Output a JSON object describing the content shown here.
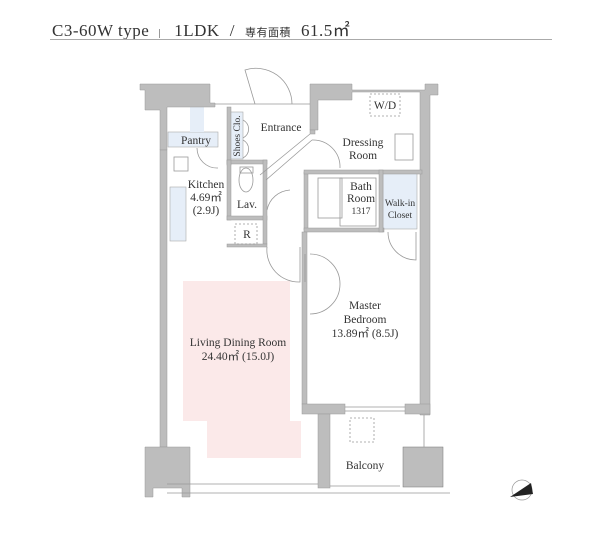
{
  "header": {
    "type_name": "C3-60W type",
    "layout": "1LDK",
    "slash": "/",
    "area_label": "専有面積",
    "area_value": "61.5㎡"
  },
  "rooms": {
    "entrance": "Entrance",
    "pantry": "Pantry",
    "shoes_closet": "Shoes Clo.",
    "dressing_1": "Dressing",
    "dressing_2": "Room",
    "wd": "W/D",
    "kitchen": "Kitchen",
    "kitchen_area": "4.69㎡",
    "kitchen_j": "(2.9J)",
    "lav": "Lav.",
    "r": "R",
    "bath_1": "Bath",
    "bath_2": "Room",
    "bath_size": "1317",
    "walkin_1": "Walk-in",
    "walkin_2": "Closet",
    "master_1": "Master",
    "master_2": "Bedroom",
    "master_area": "13.89㎡ (8.5J)",
    "ldr": "Living Dining Room",
    "ldr_area": "24.40㎡ (15.0J)",
    "balcony": "Balcony"
  },
  "colors": {
    "wall": "#bdbdbd",
    "ldr_fill": "#fbe9e9",
    "storage_fill": "#e6eef8"
  }
}
